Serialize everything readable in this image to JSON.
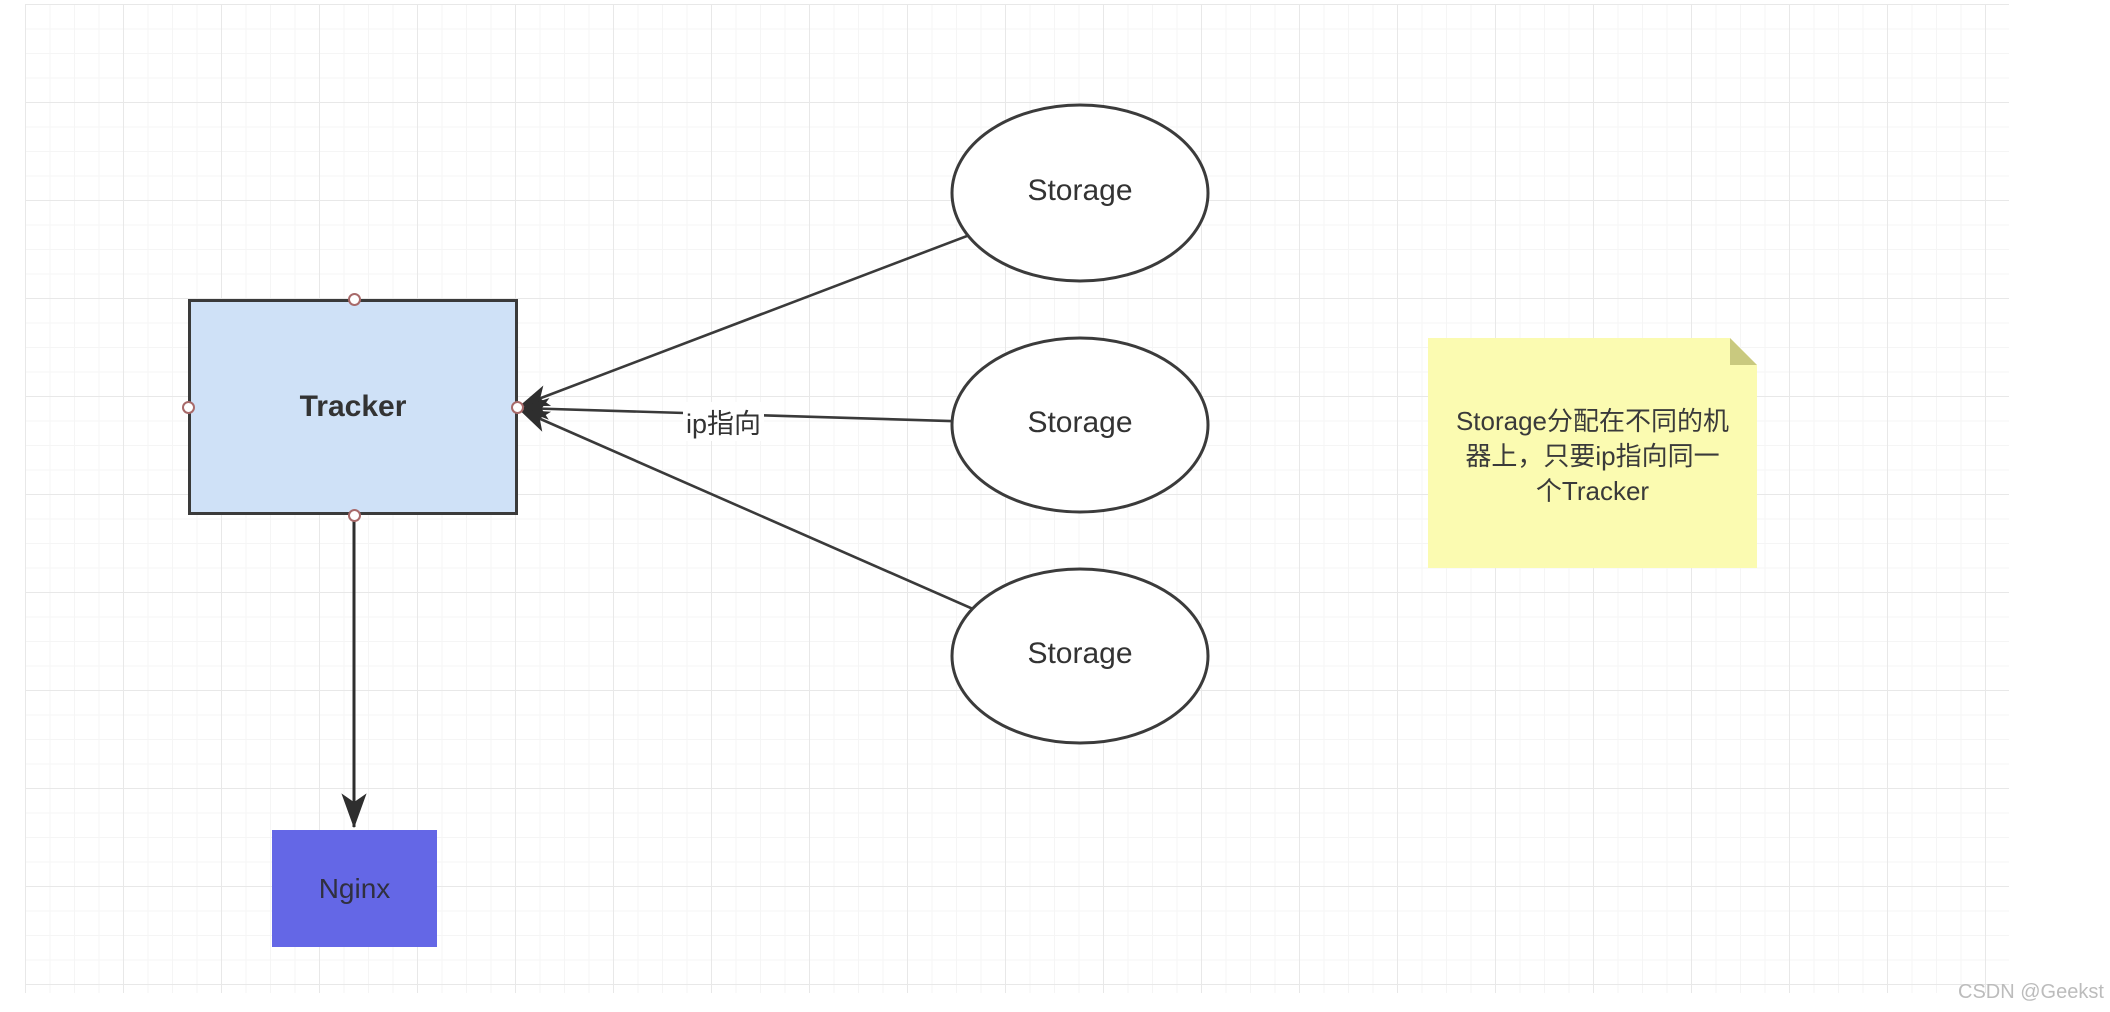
{
  "diagram": {
    "nodes": [
      {
        "id": "tracker",
        "label": "Tracker",
        "shape": "rectangle",
        "fill": "#cfe1f7",
        "border": "#3a3a3a"
      },
      {
        "id": "storage-1",
        "label": "Storage",
        "shape": "ellipse",
        "fill": "#ffffff",
        "border": "#3b3b3b"
      },
      {
        "id": "storage-2",
        "label": "Storage",
        "shape": "ellipse",
        "fill": "#ffffff",
        "border": "#3b3b3b"
      },
      {
        "id": "storage-3",
        "label": "Storage",
        "shape": "ellipse",
        "fill": "#ffffff",
        "border": "#3b3b3b"
      },
      {
        "id": "nginx",
        "label": "Nginx",
        "shape": "rectangle",
        "fill": "#6467e6",
        "border": "none"
      }
    ],
    "edges": [
      {
        "from": "storage-1",
        "to": "tracker",
        "label": ""
      },
      {
        "from": "storage-2",
        "to": "tracker",
        "label": "ip指向"
      },
      {
        "from": "storage-3",
        "to": "tracker",
        "label": ""
      },
      {
        "from": "tracker",
        "to": "nginx",
        "label": ""
      }
    ],
    "note": {
      "fill": "#fbfbb1",
      "fold_color": "#c9c97f",
      "lines": [
        "Storage分配在不同的机",
        "器上，只要ip指向同一",
        "个Tracker"
      ]
    },
    "watermark": "CSDN @Geekst",
    "colors": {
      "edge": "#3a3a3a",
      "grid_minor": "#f5f5f5",
      "grid_major": "#e8e8e8",
      "connection_point": "#a86a6a"
    }
  }
}
